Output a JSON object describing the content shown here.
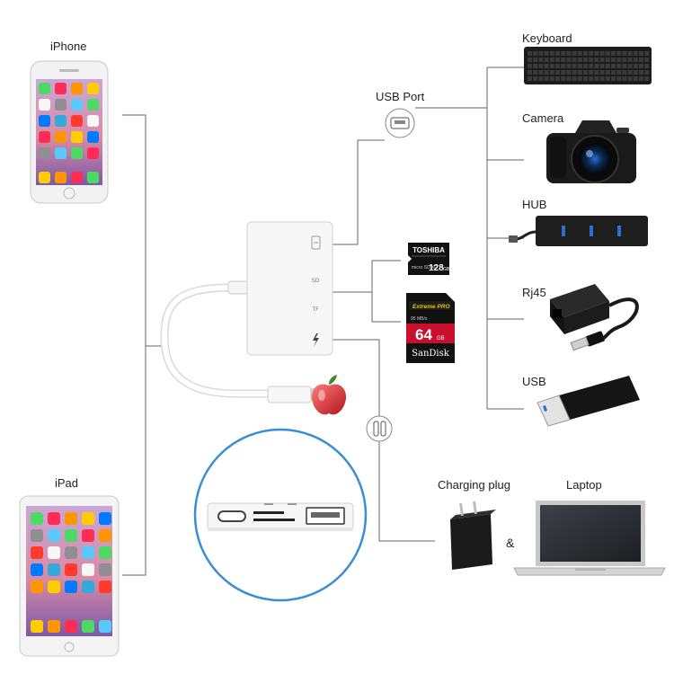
{
  "labels": {
    "iphone": "iPhone",
    "ipad": "iPad",
    "usb_port": "USB Port",
    "keyboard": "Keyboard",
    "camera": "Camera",
    "hub": "HUB",
    "rj45": "Rj45",
    "usb": "USB",
    "charging_plug": "Charging plug",
    "laptop": "Laptop",
    "ampersand": "&"
  },
  "cards": {
    "toshiba_brand": "TOSHIBA",
    "toshiba_capacity": "128",
    "toshiba_unit": "GB",
    "toshiba_type": "micro SD XC",
    "sandisk_series": "Extreme PRO",
    "sandisk_speed": "95 MB/s",
    "sandisk_capacity": "64",
    "sandisk_unit": "GB",
    "sandisk_brand": "SanDisk"
  },
  "colors": {
    "line": "#666666",
    "device_dark": "#1a1a1a",
    "adapter_body": "#f7f7f7",
    "circle_ring": "#3a8ed8",
    "sandisk_red": "#c8102e",
    "usb_blue": "#2a6fd6"
  },
  "icons": [
    "usb-port-icon",
    "lightning-port-icon",
    "sd-slot-icon",
    "tf-slot-icon",
    "apple-logo-icon"
  ]
}
